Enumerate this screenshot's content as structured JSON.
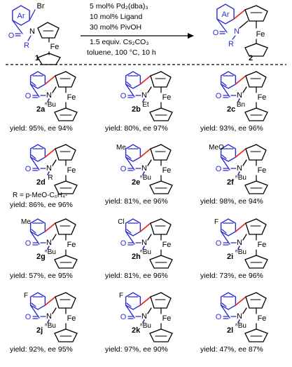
{
  "reaction": {
    "conditions": [
      "5 mol% Pd₂(dba)₃",
      "10 mol% Ligand",
      "30 mol% PivOH",
      "1.5 equiv. Cs₂CO₃",
      "toluene, 100 °C, 10 h"
    ],
    "substrate_label": "1",
    "product_label": "2",
    "substrate_atoms": {
      "ar": "Ar",
      "br": "Br",
      "n": "N",
      "r": "R",
      "o": "O",
      "fe": "Fe"
    },
    "product_atoms": {
      "ar": "Ar",
      "n": "N",
      "r": "R",
      "o": "O",
      "fe": "Fe"
    }
  },
  "products": [
    {
      "id": "2a",
      "n_sub": "ⁿBu",
      "yield": "yield: 95%, ee 94%"
    },
    {
      "id": "2b",
      "n_sub": "Et",
      "yield": "yield: 80%, ee 97%"
    },
    {
      "id": "2c",
      "n_sub": "Bn",
      "yield": "yield: 93%, ee 96%"
    },
    {
      "id": "2d",
      "n_sub": "R",
      "note": "R = p-MeO-C₆H₄-",
      "yield": "yield: 86%, ee 96%"
    },
    {
      "id": "2e",
      "n_sub": "ⁿBu",
      "ring_sub": "Me",
      "yield": "yield: 81%, ee 96%"
    },
    {
      "id": "2f",
      "n_sub": "ⁿBu",
      "ring_sub": "MeO",
      "yield": "yield: 98%, ee 94%"
    },
    {
      "id": "2g",
      "n_sub": "ⁿBu",
      "ring_sub": "Me",
      "yield": "yield: 57%, ee 95%"
    },
    {
      "id": "2h",
      "n_sub": "ⁿBu",
      "ring_sub": "Cl",
      "yield": "yield: 81%, ee 96%"
    },
    {
      "id": "2i",
      "n_sub": "ⁿBu",
      "ring_sub": "F",
      "yield": "yield: 73%, ee 96%"
    },
    {
      "id": "2j",
      "n_sub": "ⁿBu",
      "ring_sub": "F",
      "yield": "yield: 92%, ee 95%"
    },
    {
      "id": "2k",
      "n_sub": "ⁿBu",
      "ring_sub": "F",
      "yield": "yield: 97%, ee 90%"
    },
    {
      "id": "2l",
      "n_sub": "ⁿBu",
      "yield": "yield: 47%, ee 87%"
    }
  ],
  "common_atoms": {
    "n": "N",
    "o": "O",
    "fe": "Fe"
  },
  "colors": {
    "blue": "#2b2bd0",
    "red": "#e0201c",
    "black": "#000000"
  }
}
